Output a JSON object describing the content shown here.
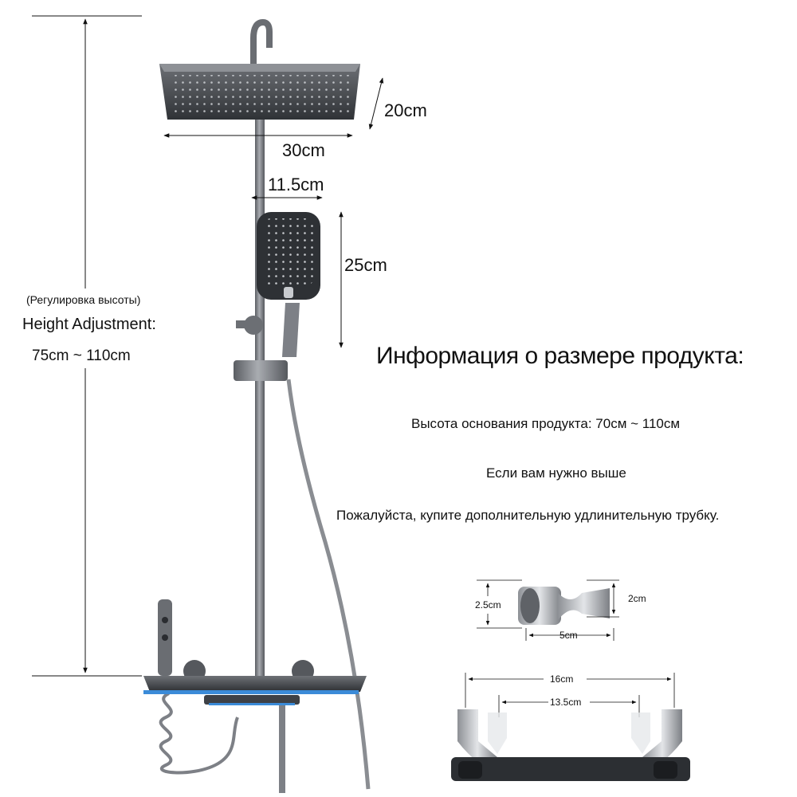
{
  "height_adjustment": {
    "label_ru": "(Регулировка высоты)",
    "label_en": "Height Adjustment:",
    "range": "75cm ~ 110cm"
  },
  "dimensions": {
    "head_depth": "20cm",
    "head_width": "30cm",
    "hand_width": "11.5cm",
    "hand_height": "25cm"
  },
  "info": {
    "title": "Информация о размере продукта:",
    "base_height": "Высота основания продукта: 70см ~ 110см",
    "if_higher": "Если вам нужно выше",
    "buy_extension": "Пожалуйста, купите дополнительную удлинительную трубку."
  },
  "adapter": {
    "left_diameter": "2.5cm",
    "right_diameter": "2cm",
    "length": "5cm"
  },
  "connectors": {
    "outer_spacing": "16cm",
    "inner_spacing": "13.5cm"
  },
  "colors": {
    "metal_dark": "#4a4d52",
    "metal_mid": "#7b7f85",
    "metal_light": "#b9bcc0",
    "led_blue": "#3b8bd8"
  }
}
